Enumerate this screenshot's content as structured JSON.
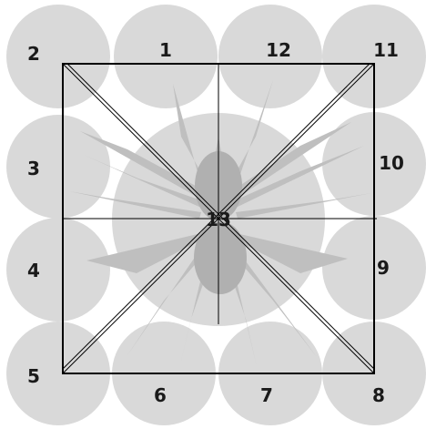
{
  "colors": {
    "background": "#ffffff",
    "circle_fill": "#d9d9d9",
    "spider_leg": "#bfbfbf",
    "spider_body": "#b0b0b0",
    "line": "#000000",
    "text": "#1a1a1a"
  },
  "labels": {
    "n1": "1",
    "n2": "2",
    "n3": "3",
    "n4": "4",
    "n5": "5",
    "n6": "6",
    "n7": "7",
    "n8": "8",
    "n9": "9",
    "n10": "10",
    "n11": "11",
    "n12": "12",
    "n13": "13"
  },
  "icons": {
    "center": "spider-icon"
  }
}
